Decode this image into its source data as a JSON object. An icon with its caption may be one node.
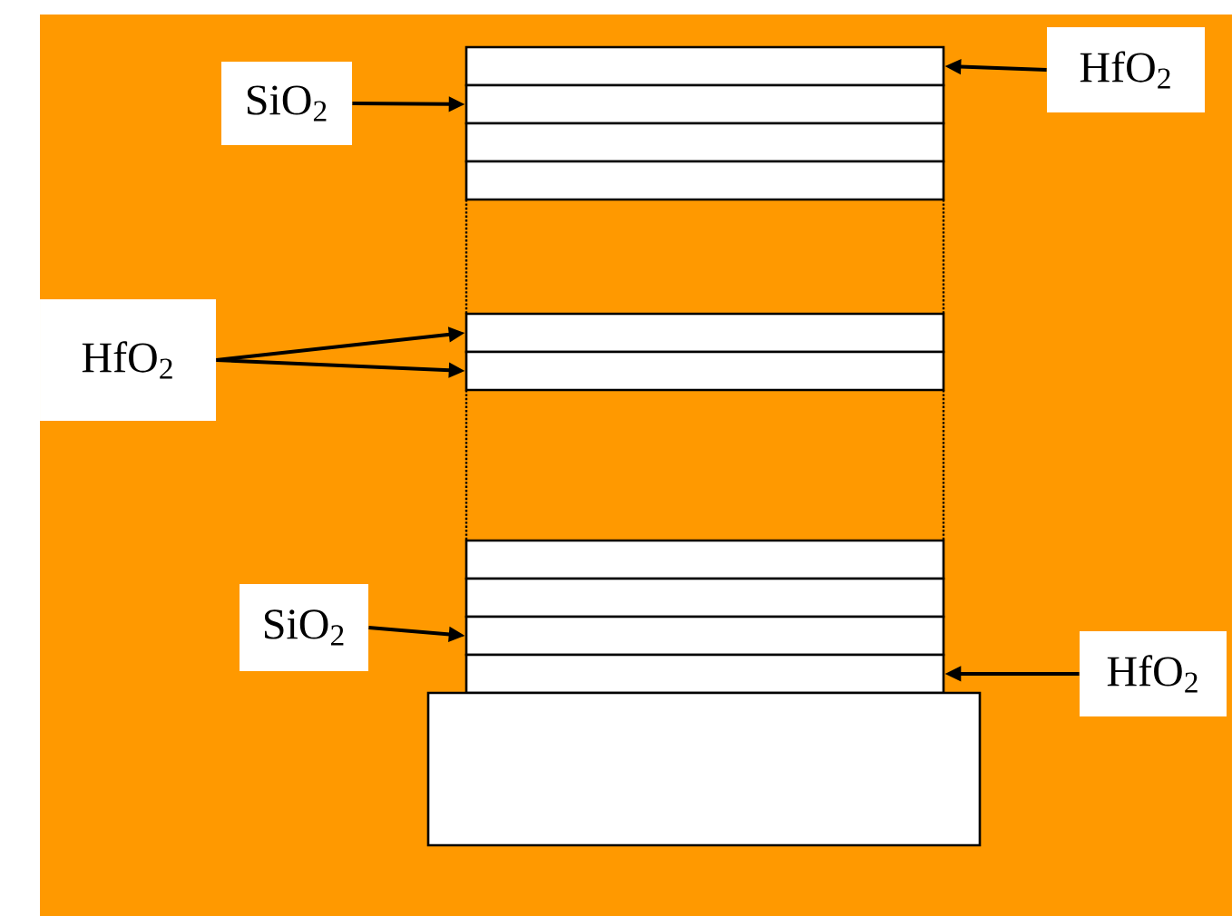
{
  "diagram": {
    "nodes": [
      {
        "text": [
          "HfO$_{2}$"
        ]
      },
      {
        "text": [
          "SiO$_{2}$"
        ]
      },
      {
        "text": [],
        "shape": "box"
      },
      {
        "text": [],
        "shape": "box"
      },
      {
        "text": [],
        "shape": "box"
      },
      {
        "text": [],
        "shape": "box"
      },
      {
        "text": [
          "HfO$_{2}$"
        ]
      },
      {
        "text": [],
        "shape": "box"
      },
      {
        "text": [],
        "shape": "box"
      },
      {
        "text": [
          "SiO$_{2}$"
        ]
      },
      {
        "text": [],
        "shape": "box"
      },
      {
        "text": [],
        "shape": "box"
      },
      {
        "text": [],
        "shape": "box"
      },
      {
        "text": [],
        "shape": "box"
      },
      {
        "text": [
          "HfO$_{2}$"
        ]
      },
      {
        "text": [],
        "shape": "box"
      }
    ],
    "edges": [
      {
        "from": 0,
        "to": 2,
        "arrow": "to"
      },
      {
        "from": 1,
        "to": 3,
        "arrow": "to"
      },
      {
        "from": 6,
        "to": 7,
        "arrow": "to"
      },
      {
        "from": 6,
        "to": 8,
        "arrow": "to"
      },
      {
        "from": 9,
        "to": 12,
        "arrow": "to"
      },
      {
        "from": 14,
        "to": 13,
        "arrow": "to"
      }
    ]
  }
}
